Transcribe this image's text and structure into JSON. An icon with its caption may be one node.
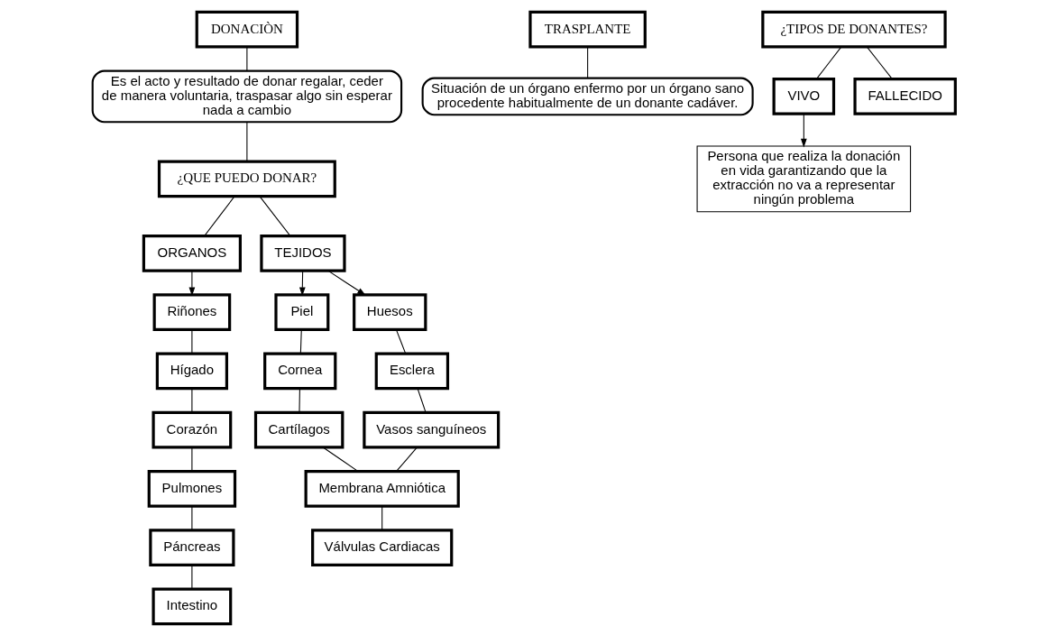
{
  "diagram": {
    "nodes": [
      {
        "text": [
          "DONACIÒN"
        ]
      },
      {
        "text": [
          "Es el acto y resultado de donar regalar, ceder de manera voluntaria, traspasar algo sin esperar nada a cambio"
        ]
      },
      {
        "text": [
          "¿QUE PUEDO DONAR?"
        ]
      },
      {
        "text": [
          "ORGANOS"
        ]
      },
      {
        "text": [
          "TEJIDOS"
        ]
      },
      {
        "text": [
          "Riñones"
        ]
      },
      {
        "text": [
          "Hígado"
        ]
      },
      {
        "text": [
          "Corazón"
        ]
      },
      {
        "text": [
          "Pulmones"
        ]
      },
      {
        "text": [
          "Páncreas"
        ]
      },
      {
        "text": [
          "Intestino"
        ]
      },
      {
        "text": [
          "Piel"
        ]
      },
      {
        "text": [
          "Cornea"
        ]
      },
      {
        "text": [
          "Cartílagos"
        ]
      },
      {
        "text": [
          "Huesos"
        ]
      },
      {
        "text": [
          "Esclera"
        ]
      },
      {
        "text": [
          "Vasos sanguíneos"
        ]
      },
      {
        "text": [
          "Membrana Amniótica"
        ]
      },
      {
        "text": [
          "Válvulas Cardiacas"
        ]
      },
      {
        "text": [
          "TRASPLANTE"
        ]
      },
      {
        "text": [
          "Situación de un órgano enfermo por un órgano sano procedente habitualmente de un donante cadáver."
        ]
      },
      {
        "text": [
          "¿TIPOS DE DONANTES?"
        ]
      },
      {
        "text": [
          "VIVO"
        ]
      },
      {
        "text": [
          "FALLECIDO"
        ]
      },
      {
        "text": [
          "Persona que realiza la donación en vida garantizando que la extracción no va a representar ningún problema"
        ]
      }
    ],
    "edges": [
      {
        "from": 0,
        "to": 1,
        "arrow": "none"
      },
      {
        "from": 1,
        "to": 2,
        "arrow": "none"
      },
      {
        "from": 2,
        "to": 3,
        "arrow": "none"
      },
      {
        "from": 2,
        "to": 4,
        "arrow": "none"
      },
      {
        "from": 3,
        "to": 5,
        "arrow": "to"
      },
      {
        "from": 5,
        "to": 6,
        "arrow": "none"
      },
      {
        "from": 6,
        "to": 7,
        "arrow": "none"
      },
      {
        "from": 7,
        "to": 8,
        "arrow": "none"
      },
      {
        "from": 8,
        "to": 9,
        "arrow": "none"
      },
      {
        "from": 9,
        "to": 10,
        "arrow": "none"
      },
      {
        "from": 4,
        "to": 11,
        "arrow": "to"
      },
      {
        "from": 4,
        "to": 14,
        "arrow": "to"
      },
      {
        "from": 11,
        "to": 12,
        "arrow": "none"
      },
      {
        "from": 12,
        "to": 13,
        "arrow": "none"
      },
      {
        "from": 13,
        "to": 17,
        "arrow": "none"
      },
      {
        "from": 14,
        "to": 15,
        "arrow": "none"
      },
      {
        "from": 15,
        "to": 16,
        "arrow": "none"
      },
      {
        "from": 16,
        "to": 17,
        "arrow": "none"
      },
      {
        "from": 17,
        "to": 18,
        "arrow": "none"
      },
      {
        "from": 19,
        "to": 20,
        "arrow": "none"
      },
      {
        "from": 21,
        "to": 22,
        "arrow": "none"
      },
      {
        "from": 21,
        "to": 23,
        "arrow": "none"
      },
      {
        "from": 22,
        "to": 24,
        "arrow": "to"
      }
    ]
  }
}
